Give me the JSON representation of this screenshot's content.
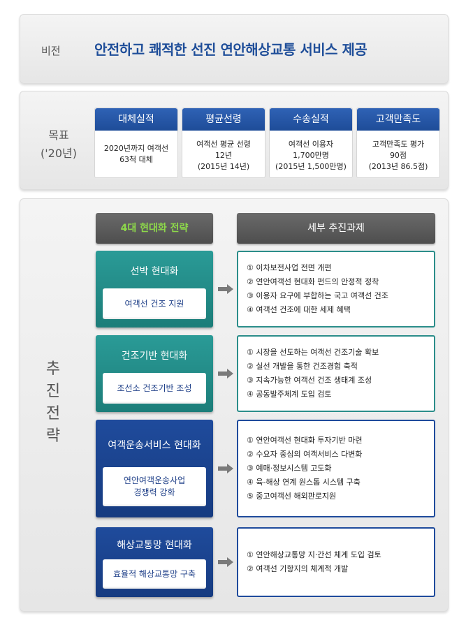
{
  "vision": {
    "label": "비전",
    "text": "안전하고 쾌적한 선진 연안해상교통 서비스 제공"
  },
  "goal": {
    "label_line1": "목표",
    "label_line2": "('20년)",
    "cards": [
      {
        "title": "대체실적",
        "lines": [
          "2020년까지 여객선",
          "63척 대체"
        ]
      },
      {
        "title": "평균선령",
        "lines": [
          "여객선 평균 선령",
          "12년",
          "(2015년 14년)"
        ]
      },
      {
        "title": "수송실적",
        "lines": [
          "여객선 이용자",
          "1,700만명",
          "(2015년 1,500만명)"
        ]
      },
      {
        "title": "고객만족도",
        "lines": [
          "고객만족도 평가",
          "90점",
          "(2013년 86.5점)"
        ]
      }
    ]
  },
  "strategy": {
    "label": [
      "추",
      "진",
      "전",
      "략"
    ],
    "left_header": "4대 현대화 전략",
    "right_header": "세부 추진과제",
    "items": [
      {
        "title": "선박 현대화",
        "sub_line1": "여객선 건조 지원",
        "sub_line2": "",
        "tasks": [
          "① 이차보전사업 전면 개편",
          "② 연안여객선 현대화 펀드의 안정적 정착",
          "③ 이용자 요구에 부합하는 국고 여객선 건조",
          "④ 여객선 건조에 대한 세제 혜택"
        ]
      },
      {
        "title": "건조기반 현대화",
        "sub_line1": "조선소 건조기반 조성",
        "sub_line2": "",
        "tasks": [
          "① 시장을 선도하는 여객선 건조기술 확보",
          "② 실선 개발을 통한 건조경험 축적",
          "③ 지속가능한 여객선 건조 생태계 조성",
          "④ 공동발주체계 도입 검토"
        ]
      },
      {
        "title": "여객운송서비스 현대화",
        "sub_line1": "연안여객운송사업",
        "sub_line2": "경쟁력 강화",
        "tasks": [
          "① 연안여객선 현대화 투자기반 마련",
          "② 수요자 중심의 여객서비스 다변화",
          "③ 예매·정보시스템 고도화",
          "④ 육-해상 연계 원스톱 시스템 구축",
          "⑤ 중고여객선 해외판로지원"
        ]
      },
      {
        "title": "해상교통망 현대화",
        "sub_line1": "효율적 해상교통망 구축",
        "sub_line2": "",
        "tasks": [
          "① 연안해상교통망 지·간선 체계 도입 검토",
          "② 여객선 기항지의 체계적 개발"
        ]
      }
    ]
  }
}
